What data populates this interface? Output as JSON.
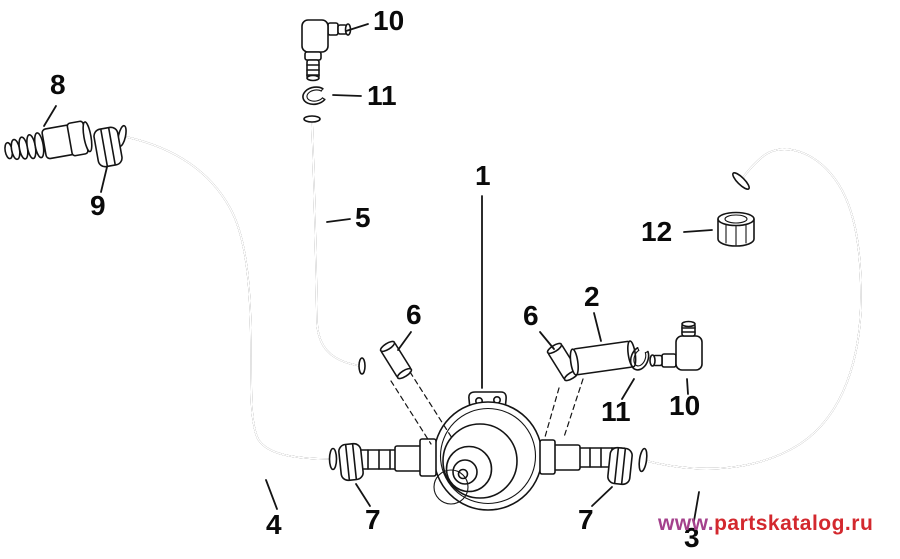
{
  "diagram": {
    "type": "exploded-parts-diagram",
    "description_visible_text_only": true
  },
  "colors": {
    "background": "#ffffff",
    "line": "#141414",
    "watermark_prefix": "#a4418c",
    "watermark_rest": "#d3282e"
  },
  "watermark": {
    "prefix": "www.",
    "rest": "partskatalog.ru"
  },
  "callouts": [
    {
      "id": "10-top",
      "label": "10"
    },
    {
      "id": "11-top",
      "label": "11"
    },
    {
      "id": "8",
      "label": "8"
    },
    {
      "id": "9",
      "label": "9"
    },
    {
      "id": "5",
      "label": "5"
    },
    {
      "id": "1",
      "label": "1"
    },
    {
      "id": "12",
      "label": "12"
    },
    {
      "id": "2",
      "label": "2"
    },
    {
      "id": "6-left",
      "label": "6"
    },
    {
      "id": "6-right",
      "label": "6"
    },
    {
      "id": "11-right",
      "label": "11"
    },
    {
      "id": "10-right",
      "label": "10"
    },
    {
      "id": "7-left",
      "label": "7"
    },
    {
      "id": "7-right",
      "label": "7"
    },
    {
      "id": "4",
      "label": "4"
    },
    {
      "id": "3",
      "label": "3"
    }
  ]
}
